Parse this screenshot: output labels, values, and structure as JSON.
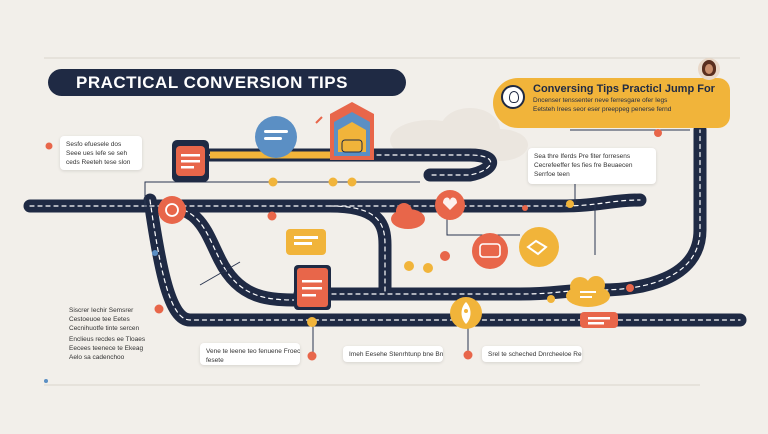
{
  "header": {
    "title": "PRACTICAL CONVERSION TIPS"
  },
  "callout": {
    "title": "Conversing Tips Practicl Jump For",
    "lines": [
      "Dncenser tenssenter neve ferresgare ofer Iegs",
      "Eetsteh Irees seor eser preeppeg penerse fernd"
    ]
  },
  "cards": {
    "top_left": [
      "Sesfo efuesele dos",
      "Seee ues Iefe se seh",
      "ceds Reeteh tese slon"
    ],
    "right_upper": [
      "Sea thre Iferds Pre fiter forresens",
      "Cecrefeeffer fes fies fre Beuaecen",
      "Serrfoe teen"
    ],
    "left_lower_a": [
      "Siscrer Iechir Semsrer",
      "Cestoeuoe tee Eetes",
      "Cecnihuotfe tinte sercen"
    ],
    "left_lower_b": [
      "Enclieus recdes ee Tloaes",
      "Eecees teenece te Ekeag",
      "Aelo sa cadenchoo"
    ],
    "bottom_1": [
      "Vene te leene teo fenuene Froecdee",
      "fesete"
    ],
    "bottom_2": [
      "Imeh Eesehe Stenrhtunp bne Bnede"
    ],
    "bottom_3": [
      "Srel te scheched Dnrcheeloe Relllnes"
    ]
  },
  "colors": {
    "road": "#1f2a44",
    "accent_orange": "#e8664a",
    "accent_yellow": "#f1b43a",
    "accent_blue": "#5b8fc4",
    "background": "#f2efea"
  },
  "icons": [
    "location-pin-icon",
    "chat-bubble-icon",
    "checklist-icon",
    "layered-stack-icon",
    "cloud-icon",
    "heart-hand-icon",
    "handshake-icon",
    "rocket-icon",
    "clipboard-icon",
    "lightbulb-icon"
  ]
}
